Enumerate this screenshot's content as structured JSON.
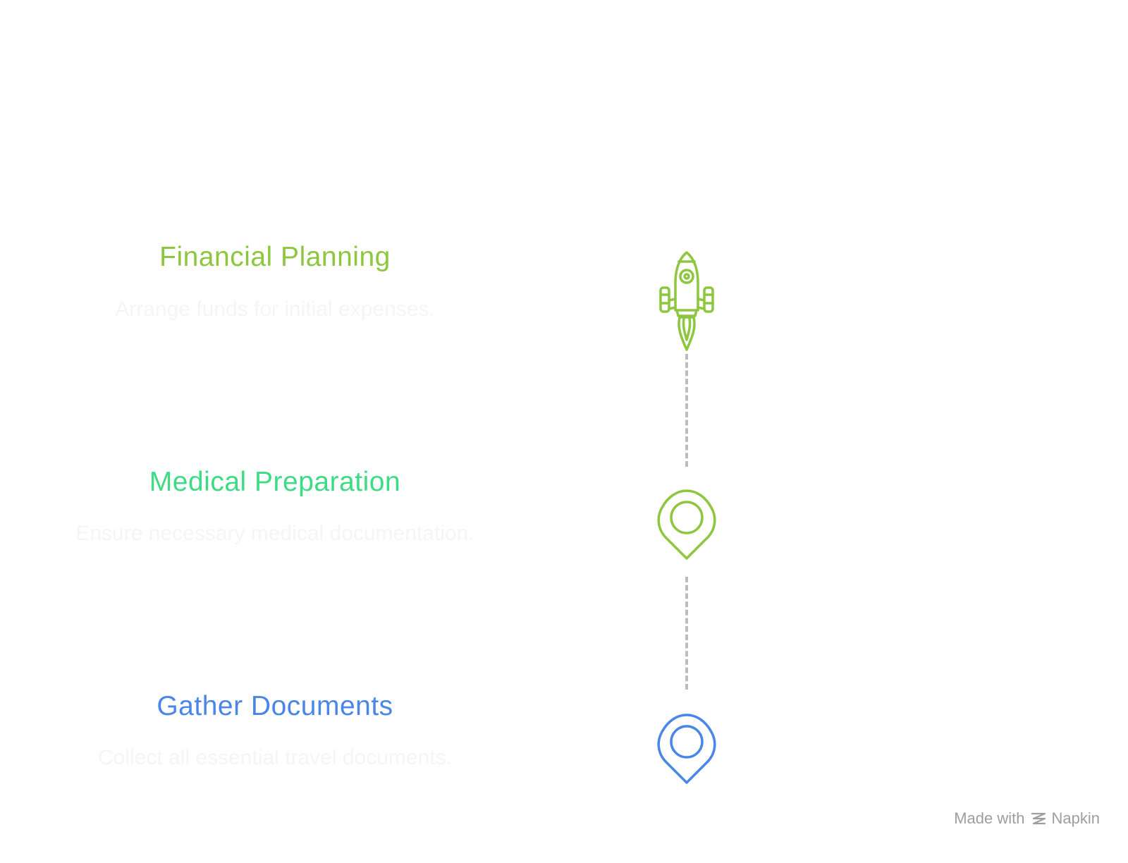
{
  "steps": [
    {
      "title": "Financial Planning",
      "description": "Arrange funds for initial expenses.",
      "color": "#8dc63f",
      "icon": "rocket-icon"
    },
    {
      "title": "Medical Preparation",
      "description": "Ensure necessary medical documentation.",
      "color": "#3ddc84",
      "icon": "location-pin-icon",
      "icon_color": "#8dc63f"
    },
    {
      "title": "Gather Documents",
      "description": "Collect all essential travel documents.",
      "color": "#4a86e8",
      "icon": "location-pin-icon",
      "icon_color": "#4a86e8"
    }
  ],
  "connector_color": "#bdbdbd",
  "watermark": {
    "prefix": "Made with",
    "brand": "Napkin"
  }
}
